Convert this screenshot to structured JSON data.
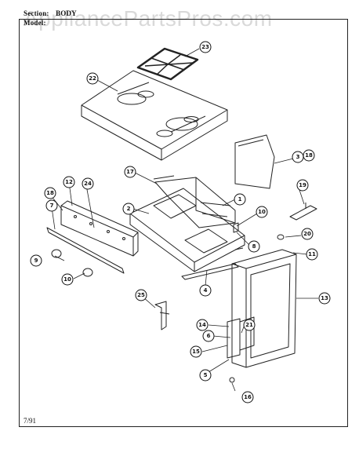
{
  "header": {
    "section_label": "Section:",
    "section_value": "BODY",
    "model_label": "Model:"
  },
  "watermark": "AppliancePartsPros.com",
  "footer": {
    "date": "7/91"
  },
  "callouts": [
    "23",
    "22",
    "3",
    "18",
    "17",
    "1",
    "2",
    "10",
    "19",
    "12",
    "24",
    "18",
    "7",
    "20",
    "8",
    "11",
    "9",
    "10",
    "4",
    "13",
    "25",
    "14",
    "6",
    "21",
    "15",
    "5",
    "16"
  ]
}
